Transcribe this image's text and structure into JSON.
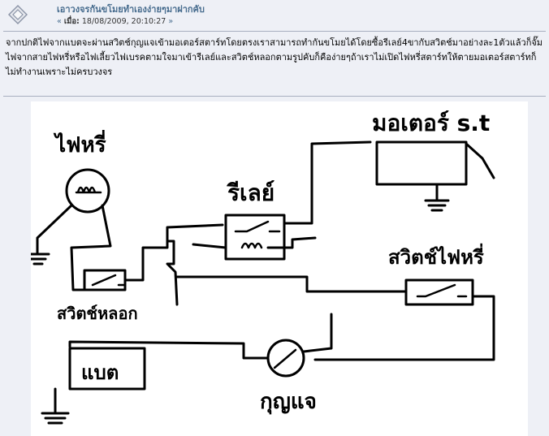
{
  "post": {
    "title": "เอาวงจรกันขโมยทำเองง่ายๆมาฝากคับ",
    "date_prefix": "« ",
    "date_label": "เมื่อ:",
    "date_value": " 18/08/2009, 20:10:27 ",
    "date_suffix": "»",
    "body": "จากปกติไฟจากแบตจะผ่านสวิตช์กุญแจเข้ามอเตอร์สตาร์ทโดยตรงเราสามารถทำกันขโมยได้โดยซื้อรีเลย์4ขากับสวิตช์มาอย่างละ1ตัวแล้วก็จั๊มไฟจากสายไฟหรี่หรือไฟเลี้ยวไฟเบรคตามใจมาเข้ารีเลย์และสวิตช์หลอกตามรูปคับก็คือง่ายๆถ้าเราไม่เปิดไฟหรี่สตาร์ทให้ตายมอเตอร์สตาร์ทก็ไม่ทำงานเพราะไม่ครบวงจร"
  },
  "diagram": {
    "labels": {
      "lamp": "ไฟหรี่",
      "motor": "มอเตอร์ s.t",
      "relay": "รีเลย์",
      "lamp_switch": "สวิตช์ไฟหรี่",
      "dummy_switch": "สวิตช์หลอก",
      "battery": "แบต",
      "key": "กุญแจ"
    },
    "colors": {
      "ink": "#000000",
      "paper": "#ffffff"
    }
  },
  "icons": {
    "post_icon": "post-message-icon"
  }
}
